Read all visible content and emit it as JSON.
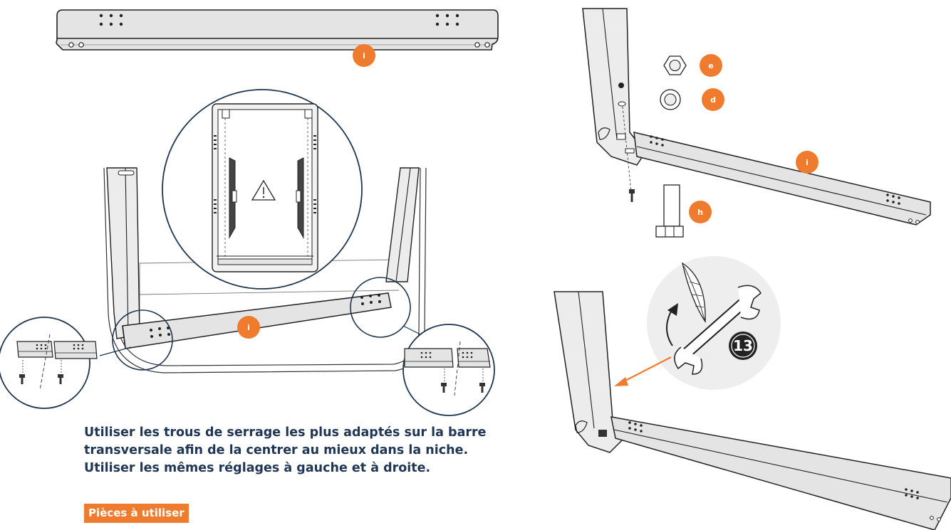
{
  "instruction": {
    "line_1": "Utiliser les trous de serrage les plus adaptés sur la barre",
    "line_2": "transversale afin de la centrer au mieux dans la niche.",
    "line_3": "Utiliser les mêmes réglages à gauche et à droite."
  },
  "parts_heading": "Pièces à utiliser",
  "part_labels": {
    "crossbar_top": "i",
    "crossbar_niche": "i",
    "crossbar_right": "i",
    "nut": "e",
    "washer": "d",
    "bolt": "h"
  },
  "wrench_size": "13",
  "colors": {
    "accent_orange": "#ef7b2e",
    "navy_text": "#1f3655",
    "detail_circle": "#1e3550",
    "line": "#222222",
    "metal_fill": "#e4e4e4"
  },
  "icons": [
    "warning-triangle-icon",
    "feather-icon",
    "wrench-icon",
    "rotate-arrow-icon",
    "pointer-arrow-icon"
  ]
}
